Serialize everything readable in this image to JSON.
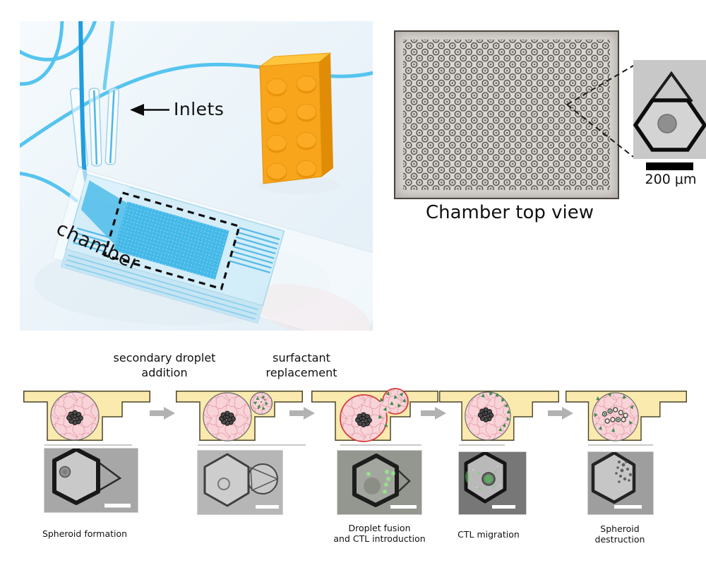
{
  "colors": {
    "tube-blue": "#55c4ef",
    "deep-blue": "#1f9ddf",
    "chip-blue": "#45b9e8",
    "lego-orange": "#f8a51b",
    "trap-yellow": "#faeaae",
    "droplet-pink": "#f8d4d9",
    "fiber-pink": "#e9a3ae",
    "fusion-red": "#d23f3f",
    "ctl-green": "#3d8b4a",
    "arrow-grey": "#b2b2b2"
  },
  "device_photo": {
    "inlets_label": "Inlets",
    "chamber_label": "chamber"
  },
  "top_view": {
    "caption": "Chamber top view",
    "scale_bar_label": "200 μm"
  },
  "workflow": {
    "arrow_labels": [
      {
        "text": "secondary droplet\naddition"
      },
      {
        "text": "surfactant\nreplacement"
      }
    ],
    "steps": [
      {
        "caption": "Spheroid formation"
      },
      {
        "caption": ""
      },
      {
        "caption": "Droplet fusion\nand CTL introduction"
      },
      {
        "caption": "CTL migration"
      },
      {
        "caption": "Spheroid\ndestruction"
      }
    ]
  }
}
